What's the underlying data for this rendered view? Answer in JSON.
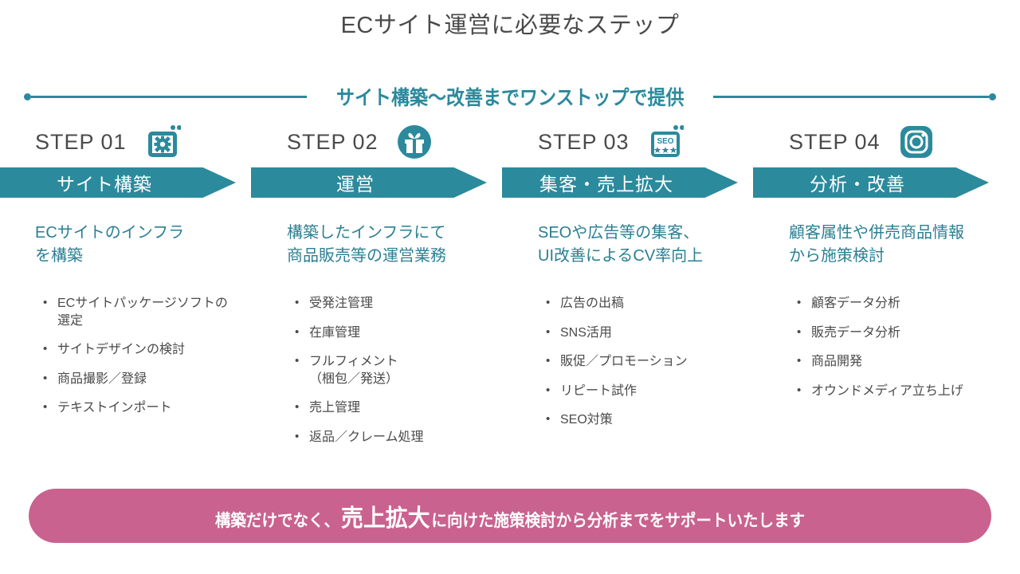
{
  "title": "ECサイト運営に必要なステップ",
  "subtitle": "サイト構築〜改善までワンストップで提供",
  "colors": {
    "teal": "#2b8a9c",
    "teal_text": "#2b7f93",
    "pink": "#c9628f",
    "body_text": "#4a4a4a"
  },
  "steps": [
    {
      "label": "STEP 01",
      "icon": "browser-gear-icon",
      "banner": "サイト構築",
      "desc": "ECサイトのインフラ\nを構築",
      "bullets": [
        "ECサイトパッケージソフトの\n選定",
        "サイトデザインの検討",
        "商品撮影／登録",
        "テキストインポート"
      ]
    },
    {
      "label": "STEP 02",
      "icon": "gift-icon",
      "banner": "運営",
      "desc": "構築したインフラにて\n商品販売等の運営業務",
      "bullets": [
        "受発注管理",
        "在庫管理",
        "フルフィメント\n（梱包／発送）",
        "売上管理",
        "返品／クレーム処理"
      ]
    },
    {
      "label": "STEP 03",
      "icon": "seo-icon",
      "banner": "集客・売上拡大",
      "desc": "SEOや広告等の集客、\nUI改善によるCV率向上",
      "bullets": [
        "広告の出稿",
        "SNS活用",
        "販促／プロモーション",
        "リピート試作",
        "SEO対策"
      ]
    },
    {
      "label": "STEP 04",
      "icon": "instagram-icon",
      "banner": "分析・改善",
      "desc": "顧客属性や併売商品情報\nから施策検討",
      "bullets": [
        "顧客データ分析",
        "販売データ分析",
        "商品開発",
        "オウンドメディア立ち上げ"
      ]
    }
  ],
  "bottom_banner": {
    "lead": "構築だけでなく、",
    "emphasis": "売上拡大",
    "tail": "に向けた施策検討から分析までをサポートいたします"
  },
  "seo_icon_text": "SEO"
}
